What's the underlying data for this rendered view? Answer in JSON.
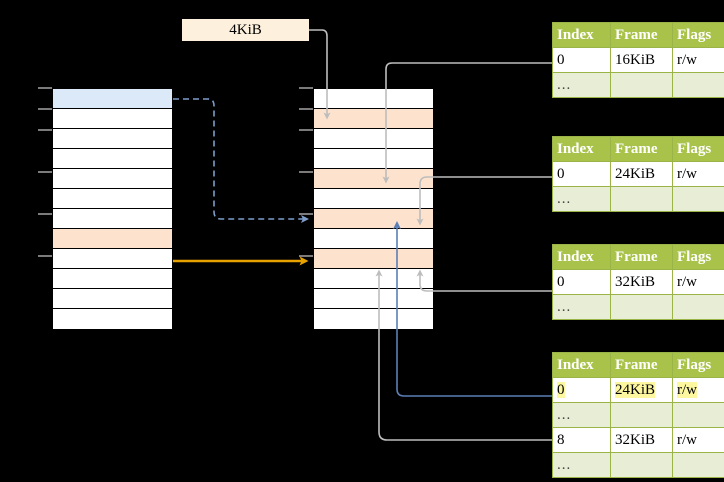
{
  "size_label": {
    "text": "4KiB"
  },
  "colors": {
    "header_green": "#a9c34a",
    "row_alt_green": "#e7eed5",
    "highlight_yellow": "#fdf7a0",
    "selected_blue": "#dce9f9",
    "selected_peach": "#fde3cd",
    "orange_arrow": "#e8a200",
    "blue_arrow": "#5b7fb5",
    "gray_arrow": "#bdbdbd"
  },
  "left_column": {
    "name": "virtual-address-space",
    "cell_count": 12,
    "cells": [
      {
        "fill": "blue"
      },
      {
        "fill": "white"
      },
      {
        "fill": "white"
      },
      {
        "fill": "white"
      },
      {
        "fill": "white"
      },
      {
        "fill": "white"
      },
      {
        "fill": "white"
      },
      {
        "fill": "peach"
      },
      {
        "fill": "white"
      },
      {
        "fill": "white"
      },
      {
        "fill": "white"
      },
      {
        "fill": "white"
      }
    ]
  },
  "middle_column": {
    "name": "physical-memory",
    "cell_count": 12,
    "cells": [
      {
        "fill": "white"
      },
      {
        "fill": "peach"
      },
      {
        "fill": "white"
      },
      {
        "fill": "white"
      },
      {
        "fill": "peach"
      },
      {
        "fill": "white"
      },
      {
        "fill": "peach"
      },
      {
        "fill": "white"
      },
      {
        "fill": "peach"
      },
      {
        "fill": "white"
      },
      {
        "fill": "white"
      },
      {
        "fill": "white"
      }
    ]
  },
  "tables": [
    {
      "name": "page-table-1",
      "headers": [
        "Index",
        "Frame",
        "Flags"
      ],
      "rows": [
        {
          "type": "data",
          "cells": [
            "0",
            "16KiB",
            "r/w"
          ],
          "highlight": [
            false,
            false,
            false
          ]
        },
        {
          "type": "ellipsis",
          "cells": [
            "...",
            "",
            ""
          ],
          "highlight": [
            false,
            false,
            false
          ]
        }
      ]
    },
    {
      "name": "page-table-2",
      "headers": [
        "Index",
        "Frame",
        "Flags"
      ],
      "rows": [
        {
          "type": "data",
          "cells": [
            "0",
            "24KiB",
            "r/w"
          ],
          "highlight": [
            false,
            false,
            false
          ]
        },
        {
          "type": "ellipsis",
          "cells": [
            "...",
            "",
            ""
          ],
          "highlight": [
            false,
            false,
            false
          ]
        }
      ]
    },
    {
      "name": "page-table-3",
      "headers": [
        "Index",
        "Frame",
        "Flags"
      ],
      "rows": [
        {
          "type": "data",
          "cells": [
            "0",
            "32KiB",
            "r/w"
          ],
          "highlight": [
            false,
            false,
            false
          ]
        },
        {
          "type": "ellipsis",
          "cells": [
            "...",
            "",
            ""
          ],
          "highlight": [
            false,
            false,
            false
          ]
        }
      ]
    },
    {
      "name": "page-table-4",
      "headers": [
        "Index",
        "Frame",
        "Flags"
      ],
      "rows": [
        {
          "type": "data",
          "cells": [
            "0",
            "24KiB",
            "r/w"
          ],
          "highlight": [
            true,
            true,
            true
          ]
        },
        {
          "type": "ellipsis",
          "cells": [
            "...",
            "",
            ""
          ],
          "highlight": [
            false,
            false,
            false
          ]
        },
        {
          "type": "data",
          "cells": [
            "8",
            "32KiB",
            "r/w"
          ],
          "highlight": [
            false,
            false,
            false
          ]
        },
        {
          "type": "ellipsis",
          "cells": [
            "...",
            "",
            ""
          ],
          "highlight": [
            false,
            false,
            false
          ]
        }
      ]
    }
  ]
}
